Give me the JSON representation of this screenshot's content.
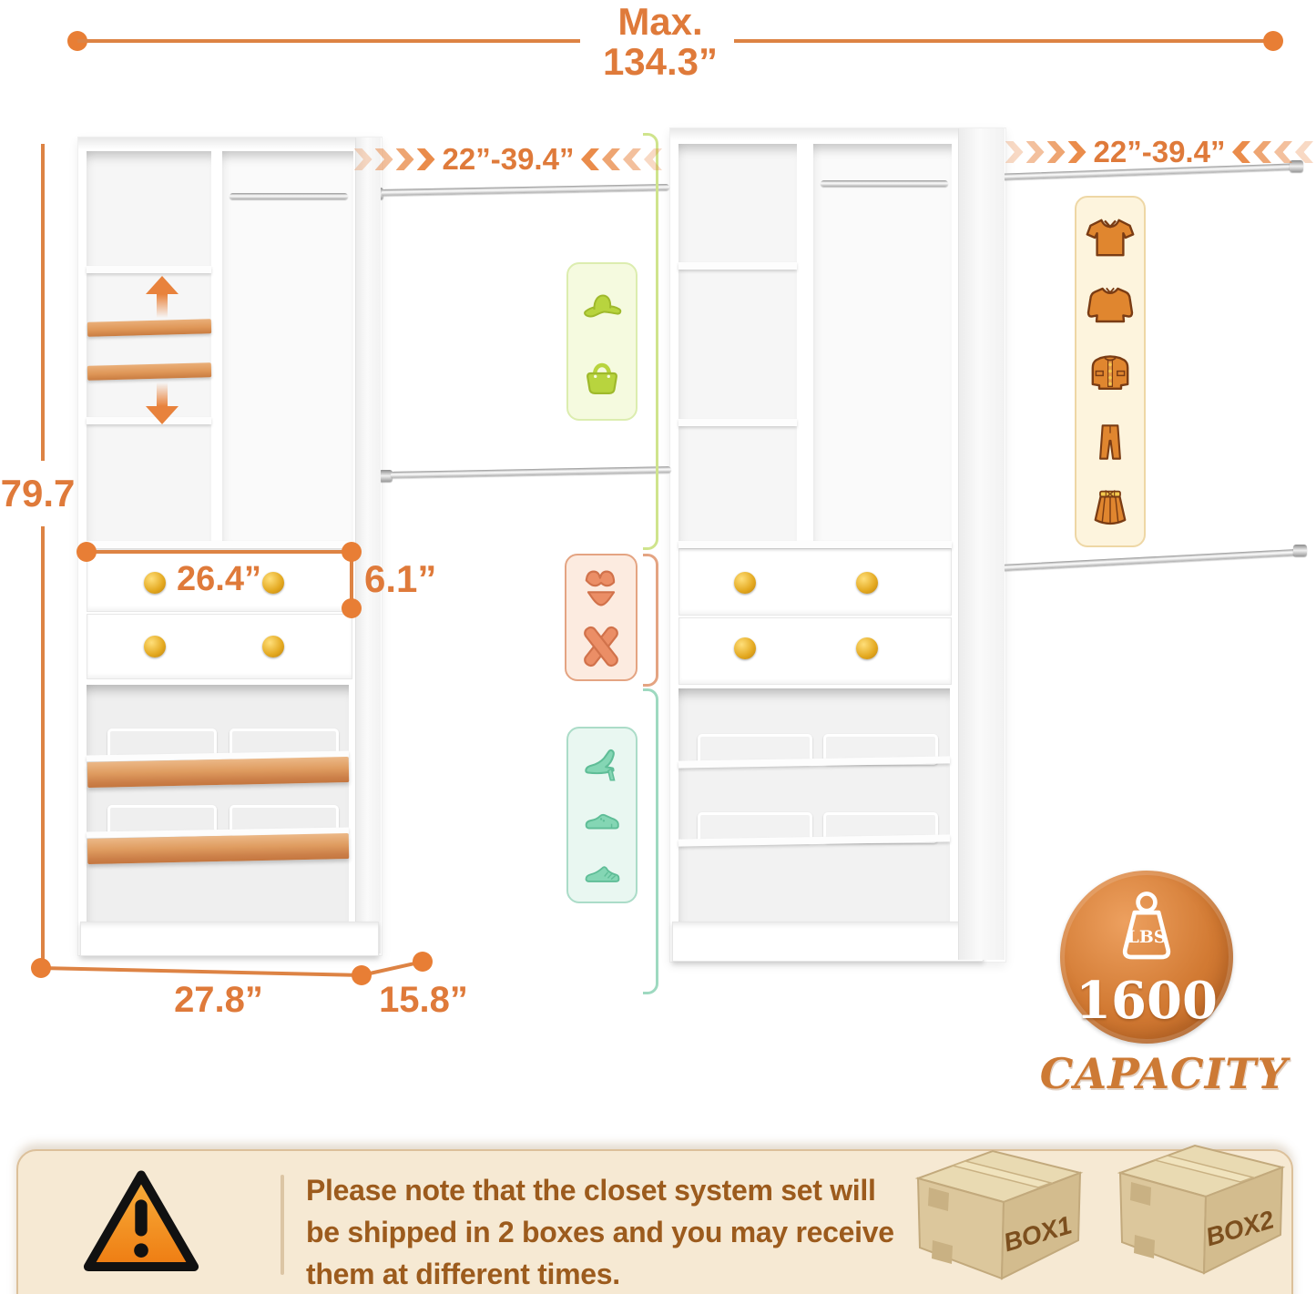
{
  "colors": {
    "accent_orange": "#e0793a",
    "dot_orange": "#e87e35",
    "shelf_orange": "#dd9253",
    "gold_knob": "#e3a81f",
    "accessories_green": "#b8d43e",
    "underwear_salmon": "#eb8e66",
    "shoes_teal": "#84d6b4",
    "clothing_orange": "#e0862f",
    "badge_orange": "#d27a33",
    "banner_bg": "#f6e9d3",
    "banner_text": "#9c5b1d",
    "cardboard": "#dcc79c"
  },
  "top_dimension": {
    "prefix": "Max.",
    "value": "134.3”"
  },
  "left_rod_range": "22”-39.4”",
  "right_rod_range": "22”-39.4”",
  "height_dim": "79.7”",
  "drawer_width_dim": "26.4”",
  "drawer_height_dim": "6.1”",
  "tower_width_dim": "27.8”",
  "tower_depth_dim": "15.8”",
  "capacity_badge": {
    "unit": "LBS",
    "value": "1600",
    "label": "CAPACITY"
  },
  "shipping_notice": {
    "line1": "Please note that the closet system set will",
    "line2": "be shipped in 2 boxes and you may receive",
    "line3": "them at different times."
  },
  "boxes": {
    "box1": "BOX1",
    "box2": "BOX2"
  },
  "icon_panels": {
    "accessories": [
      "sun-hat",
      "handbag"
    ],
    "underwear": [
      "bikini",
      "folded-pants"
    ],
    "shoes": [
      "high-heel",
      "leather-shoe",
      "sneaker"
    ],
    "clothing": [
      "t-shirt",
      "long-sleeve-shirt",
      "jacket",
      "trousers",
      "skirt"
    ]
  }
}
